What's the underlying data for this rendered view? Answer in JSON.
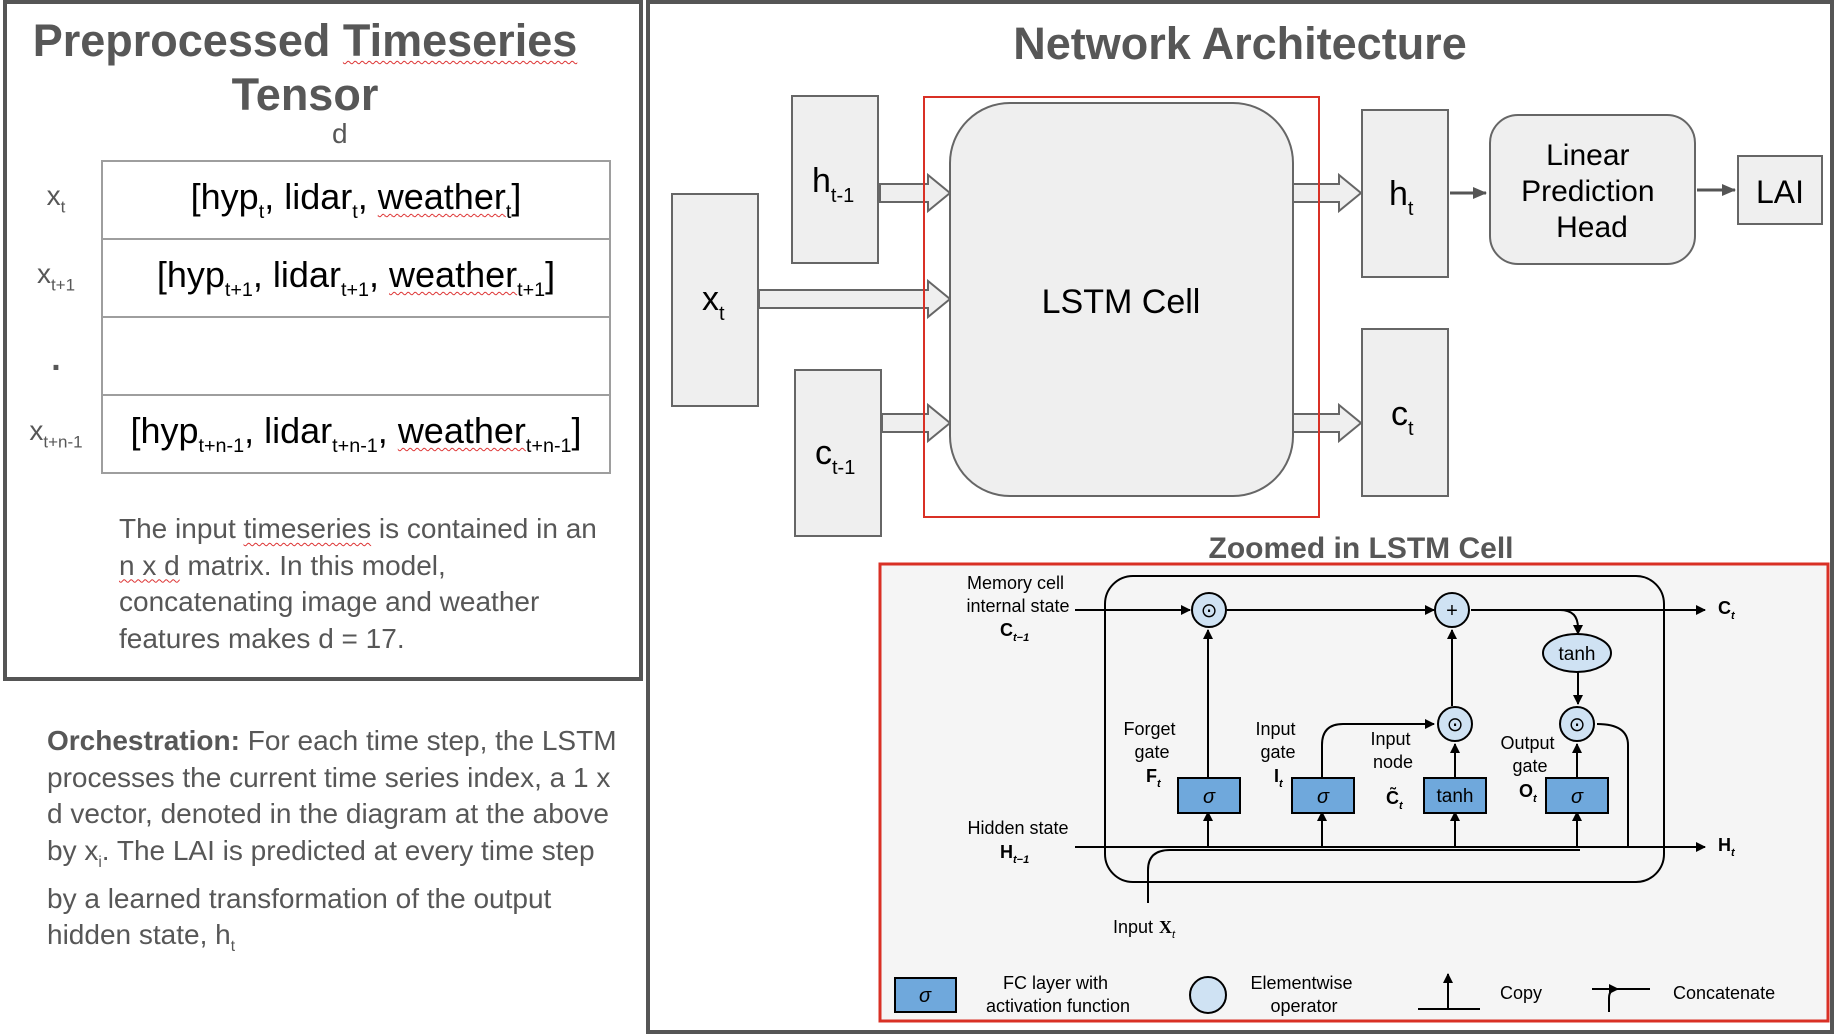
{
  "left_panel": {
    "title_line1_part1": "Preprocessed ",
    "title_line1_part2": "Timeseries",
    "title_line2": "Tensor",
    "dim_label": "d",
    "rows": [
      {
        "label_main": "x",
        "label_sub": "t",
        "cell": {
          "open": "[hyp",
          "s1": "t",
          "mid1": ", lidar",
          "s2": "t",
          "mid2": ", ",
          "word": "weather",
          "s3": "t",
          "close": "]"
        }
      },
      {
        "label_main": "x",
        "label_sub": "t+1",
        "cell": {
          "open": "[hyp",
          "s1": "t+1",
          "mid1": ", lidar",
          "s2": "t+1",
          "mid2": ", ",
          "word": "weather",
          "s3": "t+1",
          "close": "]"
        }
      },
      {
        "label_main": ".",
        "label_sub": "",
        "cell": null
      },
      {
        "label_main": "x",
        "label_sub": "t+n-1",
        "cell": {
          "open": "[hyp",
          "s1": "t+n-1",
          "mid1": ", lidar",
          "s2": "t+n-1",
          "mid2": ", ",
          "word": "weather",
          "s3": "t+n-1",
          "close": "]"
        }
      }
    ],
    "description": {
      "p1": "The input ",
      "p1_wavy": "timeseries",
      "p2": " is contained in an ",
      "p2_wavy": "n x d",
      "p3": " matrix. In this model, concatenating image and weather features makes d = 17."
    }
  },
  "orchestration": {
    "label": "Orchestration:",
    "text1": " For each time step, the LSTM processes the current time series index, a 1 x d vector, denoted in the diagram at the above by x",
    "text1_sub": "i",
    "text2": ". The LAI is predicted at every time step by a learned transformation of the output hidden state, h",
    "text2_sub": "t"
  },
  "network": {
    "title": "Network Architecture",
    "boxes": {
      "h_prev": {
        "main": "h",
        "sub": "t-1"
      },
      "x_t": {
        "main": "x",
        "sub": "t"
      },
      "c_prev": {
        "main": "c",
        "sub": "t-1"
      },
      "lstm": "LSTM Cell",
      "h_t": {
        "main": "h",
        "sub": "t"
      },
      "c_t": {
        "main": "c",
        "sub": "t"
      },
      "head": [
        "Linear",
        "Prediction",
        "Head"
      ],
      "output": "LAI"
    }
  },
  "zoom": {
    "title": "Zoomed in LSTM Cell",
    "memory_label": [
      "Memory cell",
      "internal state"
    ],
    "c_prev": {
      "main": "C",
      "sub": "t−1"
    },
    "hidden_label": "Hidden state",
    "h_prev": {
      "main": "H",
      "sub": "t−1"
    },
    "input_label": "Input",
    "x_input": {
      "main": "X",
      "sub": "t"
    },
    "gates": [
      {
        "lines": [
          "Forget",
          "gate"
        ],
        "sym": "F",
        "sub": "t",
        "fn": "σ"
      },
      {
        "lines": [
          "Input",
          "gate"
        ],
        "sym": "I",
        "sub": "t",
        "fn": "σ"
      },
      {
        "lines": [
          "Input",
          "node"
        ],
        "sym": "C̃",
        "sub": "t",
        "fn": "tanh"
      },
      {
        "lines": [
          "Output",
          "gate"
        ],
        "sym": "O",
        "sub": "t",
        "fn": "σ"
      }
    ],
    "ops": {
      "mult": "⊙",
      "add": "+",
      "tanh": "tanh"
    },
    "c_out": {
      "main": "C",
      "sub": "t"
    },
    "h_out": {
      "main": "H",
      "sub": "t"
    },
    "legend": {
      "fc_symbol": "σ",
      "fc_label": [
        "FC layer with",
        "activation function"
      ],
      "elem_label": [
        "Elementwise",
        "operator"
      ],
      "copy_label": "Copy",
      "concat_label": "Concatenate"
    }
  },
  "colors": {
    "panel_border": "#555555",
    "box_fill": "#efefef",
    "box_border": "#666666",
    "highlight_red": "#d93025",
    "fc_blue": "#6fa8dc",
    "op_blue": "#cfe2f3"
  }
}
